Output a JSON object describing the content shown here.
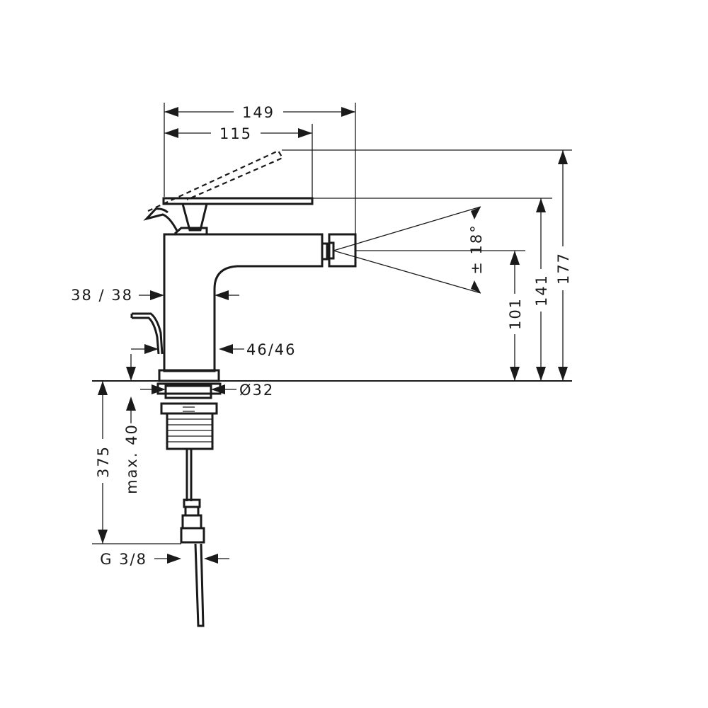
{
  "dimensions": {
    "width_149": "149",
    "width_115": "115",
    "height_177": "177",
    "height_141": "141",
    "height_101": "101",
    "angle": "± 18°",
    "body_38": "38 / 38",
    "body_46": "46/46",
    "diameter_32": "Ø32",
    "length_375": "375",
    "max_40": "max. 40",
    "thread": "G 3/8"
  }
}
